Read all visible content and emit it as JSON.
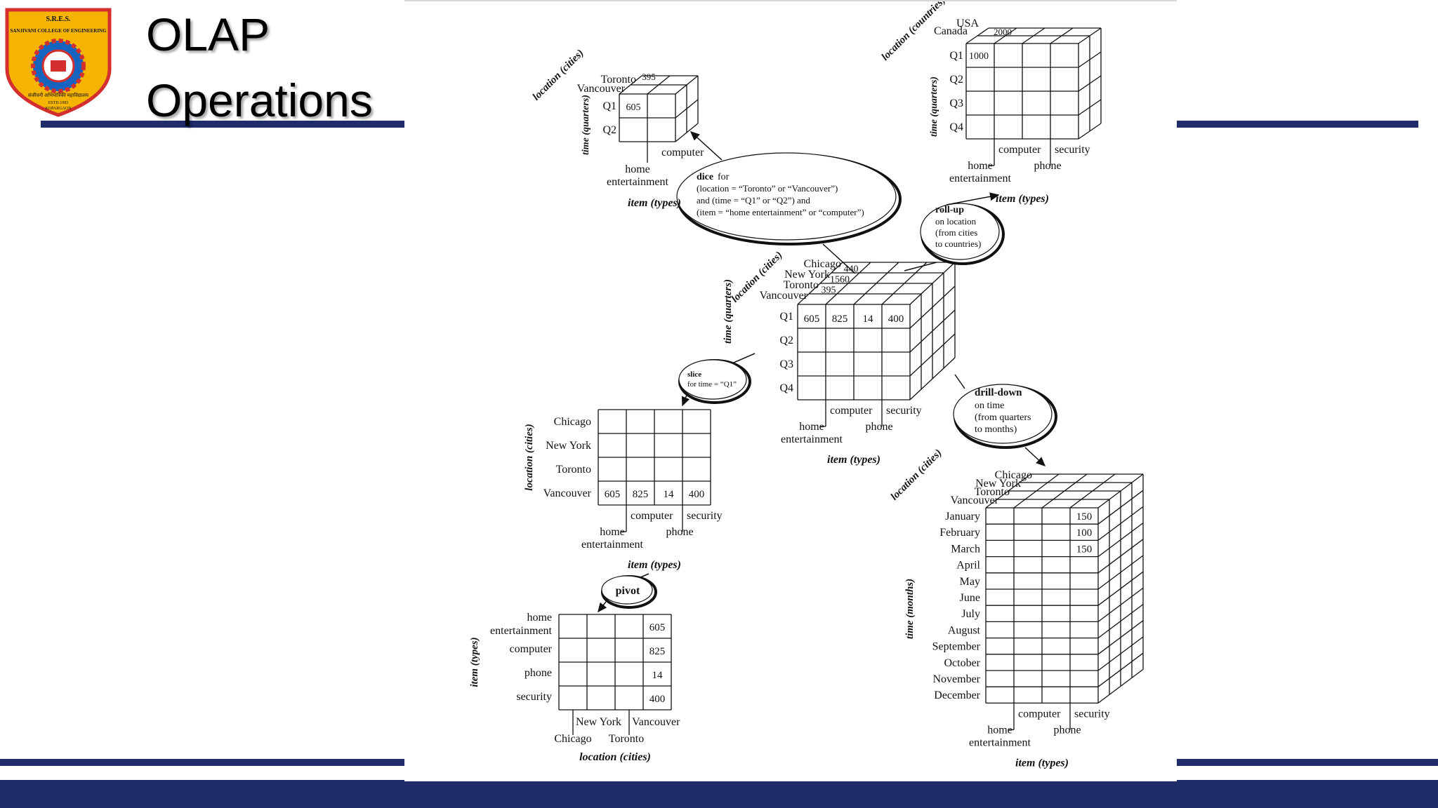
{
  "slide": {
    "title_line1": "OLAP",
    "title_line2": "Operations"
  },
  "logo": {
    "icon": "college-emblem-icon",
    "top_text": "S.R.E.S.",
    "name_text": "SANJIVANI COLLEGE OF ENGINEERING",
    "motto_text": "संजीवनी अभियांत्रिकी महाविद्यालय",
    "estd_text": "ESTD.1983",
    "place_text": "KOPARGAON",
    "colors": {
      "ring": "#f4b400",
      "rim": "#d32f2f",
      "inner": "#1565c0"
    }
  },
  "colors": {
    "accent": "#1f2d6b",
    "ink": "#111111"
  },
  "common": {
    "item_axis": "item (types)",
    "location_cities_axis": "location (cities)",
    "time_quarters_axis": "time (quarters)",
    "time_months_axis": "time (months)",
    "location_countries_axis": "location (countries)",
    "item_home": "home",
    "item_entertainment": "entertainment",
    "item_computer": "computer",
    "item_phone": "phone",
    "item_security": "security"
  },
  "center_cube": {
    "cities": [
      "Chicago",
      "New York",
      "Toronto",
      "Vancouver"
    ],
    "quarters": [
      "Q1",
      "Q2",
      "Q3",
      "Q4"
    ],
    "depth_values": [
      "440",
      "1560",
      "395"
    ],
    "front_values": [
      "605",
      "825",
      "14",
      "400"
    ]
  },
  "dice": {
    "label_title": "dice",
    "label_for": " for",
    "line1": "(location = “Toronto” or “Vancouver”)",
    "line2": "and (time = “Q1” or “Q2”) and",
    "line3": "(item = “home entertainment” or “computer”)",
    "cube_cities": [
      "Toronto",
      "Vancouver"
    ],
    "cube_quarters": [
      "Q1",
      "Q2"
    ],
    "value_top": "395",
    "value_front": "605"
  },
  "rollup": {
    "label_title": "roll-up",
    "line1": "on location",
    "line2": "(from cities",
    "line3": "to countries)",
    "countries": [
      "USA",
      "Canada"
    ],
    "value_top": "2000",
    "value_front": "1000",
    "quarters": [
      "Q1",
      "Q2",
      "Q3",
      "Q4"
    ]
  },
  "slice": {
    "label_title": "slice",
    "label_sub": "for time = “Q1”",
    "rows": [
      "Chicago",
      "New York",
      "Toronto",
      "Vancouver"
    ],
    "values": [
      "605",
      "825",
      "14",
      "400"
    ]
  },
  "pivot": {
    "label_title": "pivot",
    "rows_line1": [
      "home",
      "computer",
      "phone",
      "security"
    ],
    "row0_line2": "entertainment",
    "values": [
      "605",
      "825",
      "14",
      "400"
    ],
    "cols_top": [
      "New York",
      "Vancouver"
    ],
    "cols_bottom": [
      "Chicago",
      "Toronto"
    ]
  },
  "drilldown": {
    "label_title": "drill-down",
    "line1": "on time",
    "line2": "(from quarters",
    "line3": "to months)",
    "cities": [
      "Chicago",
      "New York",
      "Toronto",
      "Vancouver"
    ],
    "months": [
      "January",
      "February",
      "March",
      "April",
      "May",
      "June",
      "July",
      "August",
      "September",
      "October",
      "November",
      "December"
    ],
    "values": [
      "150",
      "100",
      "150"
    ]
  }
}
